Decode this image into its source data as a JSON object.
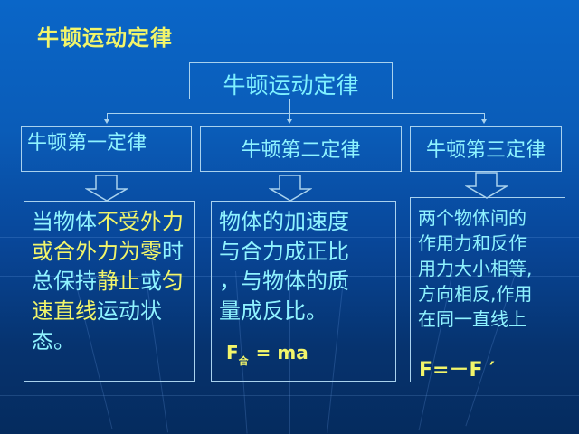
{
  "slide": {
    "title": "牛顿运动定律",
    "colors": {
      "background_top": "#0a66c8",
      "background_bottom": "#052b5e",
      "title_yellow": "#f2f56a",
      "text_cyan": "#8ff3ff",
      "border": "#a9d2ee"
    }
  },
  "diagram": {
    "root": {
      "label": "牛顿运动定律"
    },
    "laws": [
      {
        "label": "牛顿第一定律",
        "description_segments": [
          {
            "text": "当物体",
            "color": "cyan"
          },
          {
            "text": "不受外力或合外力为零",
            "color": "yellow"
          },
          {
            "text": "时总保持",
            "color": "cyan"
          },
          {
            "text": "静止",
            "color": "yellow"
          },
          {
            "text": "或",
            "color": "cyan"
          },
          {
            "text": "匀速直线",
            "color": "yellow"
          },
          {
            "text": "运动",
            "color": "cyan"
          },
          {
            "text": "状态。",
            "color": "cyan"
          }
        ],
        "lines": [
          "当物体不受外",
          "力或合外力为",
          "零时总保持静",
          "止或匀速直线",
          "运动状态。"
        ]
      },
      {
        "label": "牛顿第二定律",
        "lines": [
          "物体的加速度",
          "与合力成正比",
          "，与物体的质",
          "量成反比。"
        ],
        "formula": {
          "F": "F",
          "subscript": "合",
          "rest": "= ma"
        }
      },
      {
        "label": "牛顿第三定律",
        "lines": [
          "两个物体间的",
          "作用力和反作",
          "用力大小相等,",
          "方向相反,作用",
          "在同一直线上"
        ],
        "formula": "F=－F ′"
      }
    ]
  }
}
